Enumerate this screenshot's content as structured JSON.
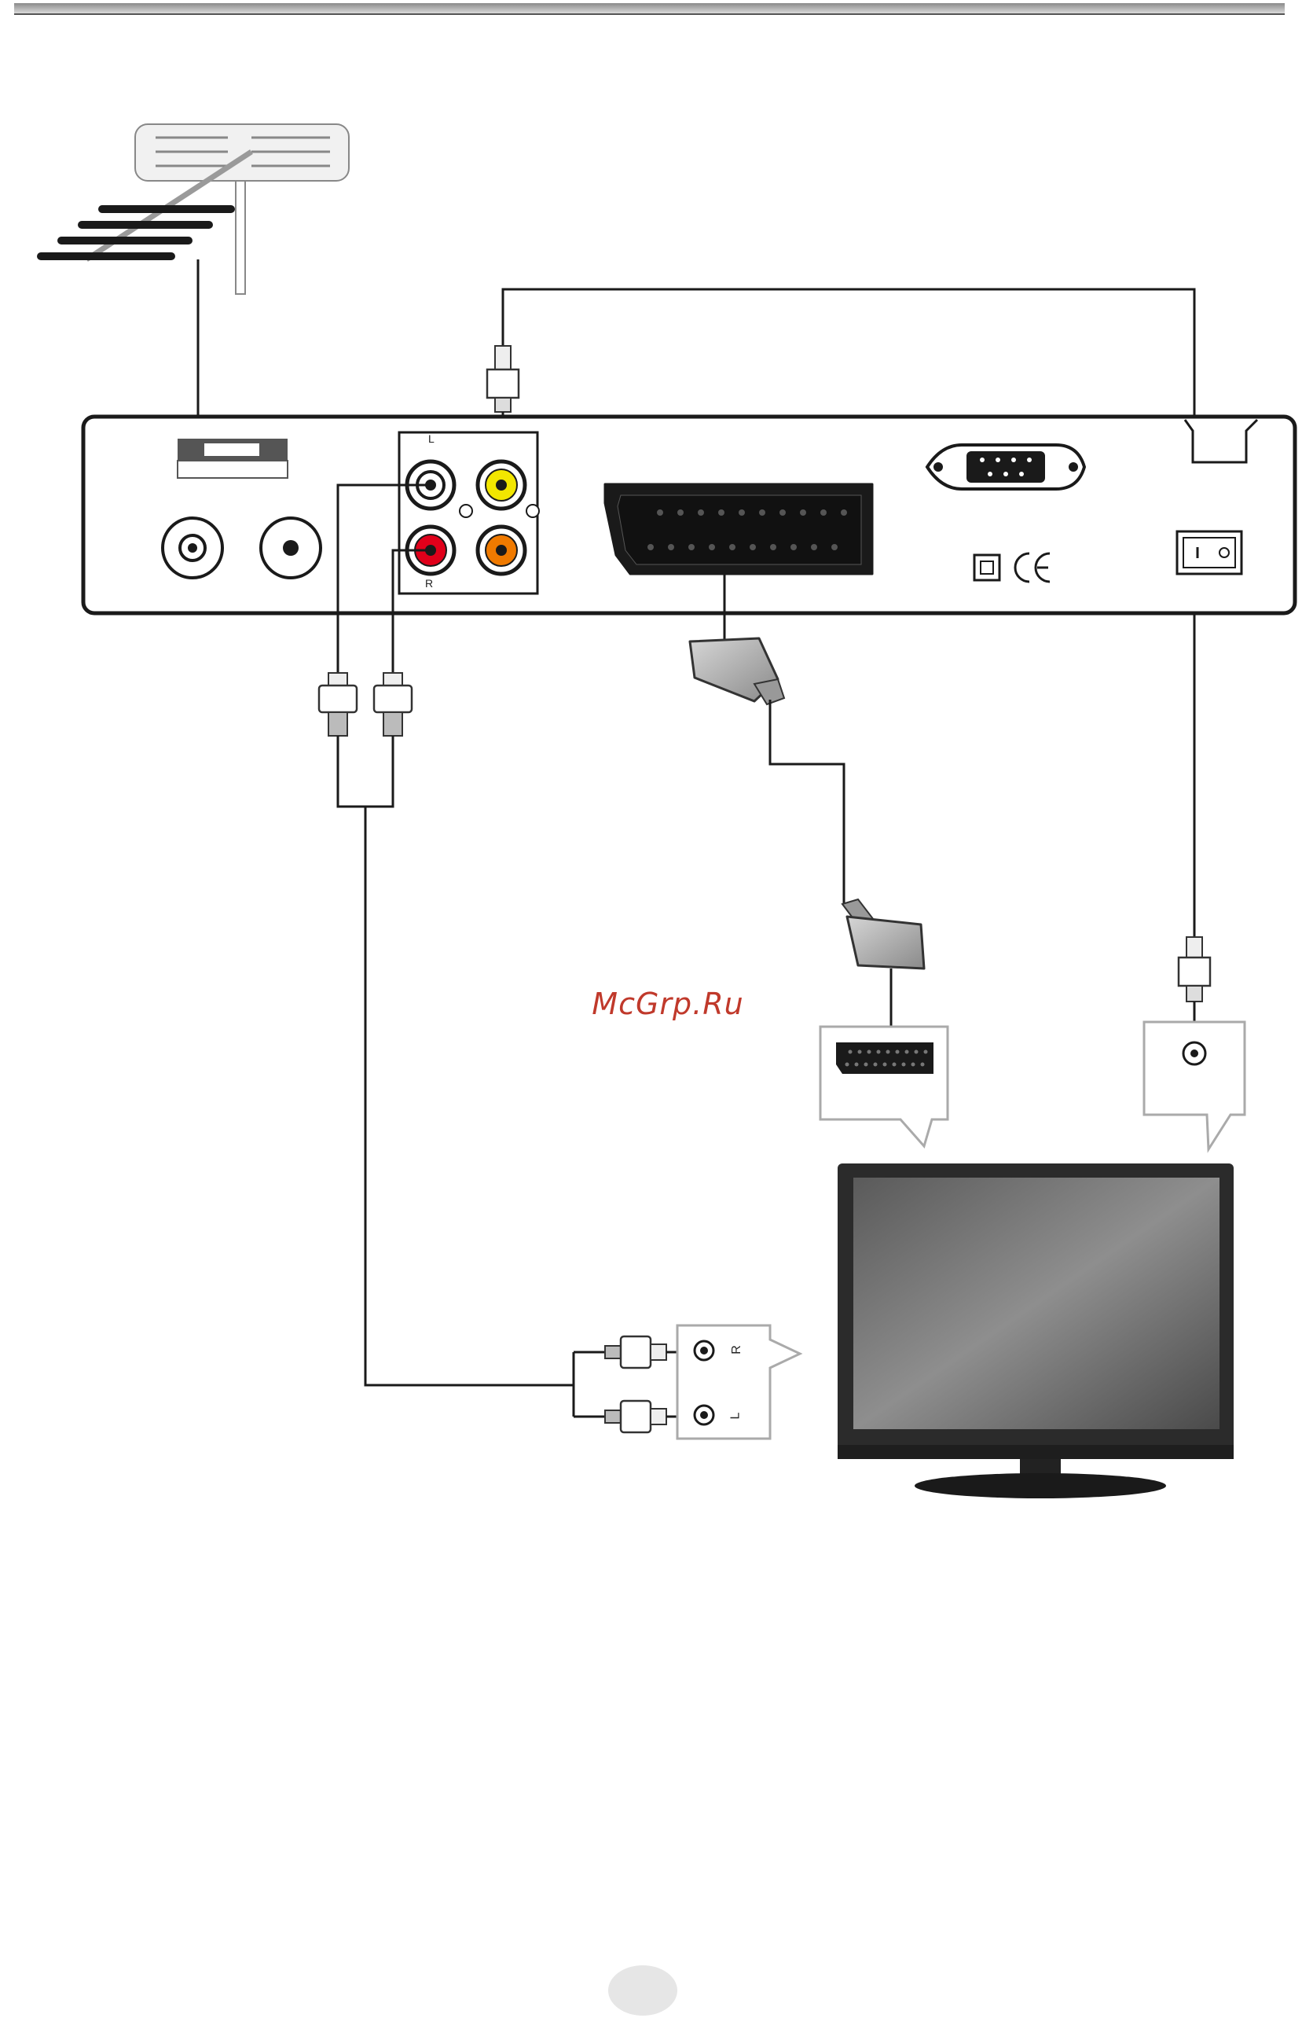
{
  "watermark": "McGrp.Ru",
  "receiver": {
    "audio_left_label": "L",
    "audio_right_label": "R"
  },
  "tv_audio_panel": {
    "right_label": "R",
    "left_label": "L"
  },
  "colors": {
    "video_jack": "#f2e600",
    "audio_right_jack": "#e0001a",
    "audio_left_jack": "#ffffff",
    "digital_jack": "#f07a00",
    "cable": "#1a1a1a",
    "connector_gray": "#9a9a9a",
    "watermark": "#c0392b"
  },
  "icons": [
    "antenna-icon",
    "tv-icon",
    "scart-plug-icon",
    "rca-plug-icon",
    "rf-plug-icon",
    "ce-mark-icon",
    "double-insulation-icon",
    "power-switch-icon",
    "serial-port-icon"
  ]
}
